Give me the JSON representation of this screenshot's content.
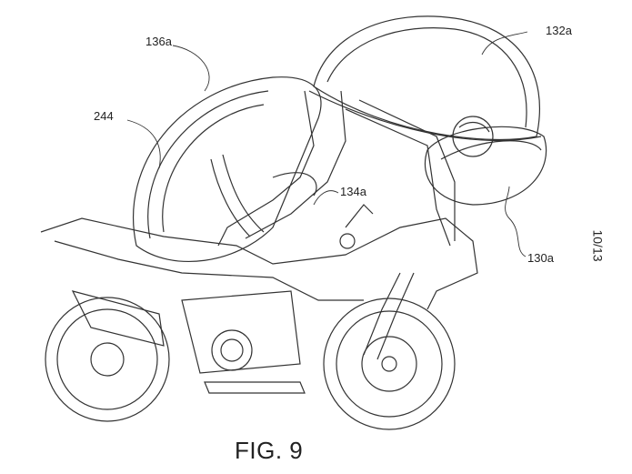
{
  "figure": {
    "caption": "FIG. 9",
    "sheet_number": "10/13",
    "reference_labels": {
      "airbag_rear": "136a",
      "airbag_upper": "132a",
      "strap": "244",
      "tether": "134a",
      "airbag_front": "130a"
    }
  }
}
